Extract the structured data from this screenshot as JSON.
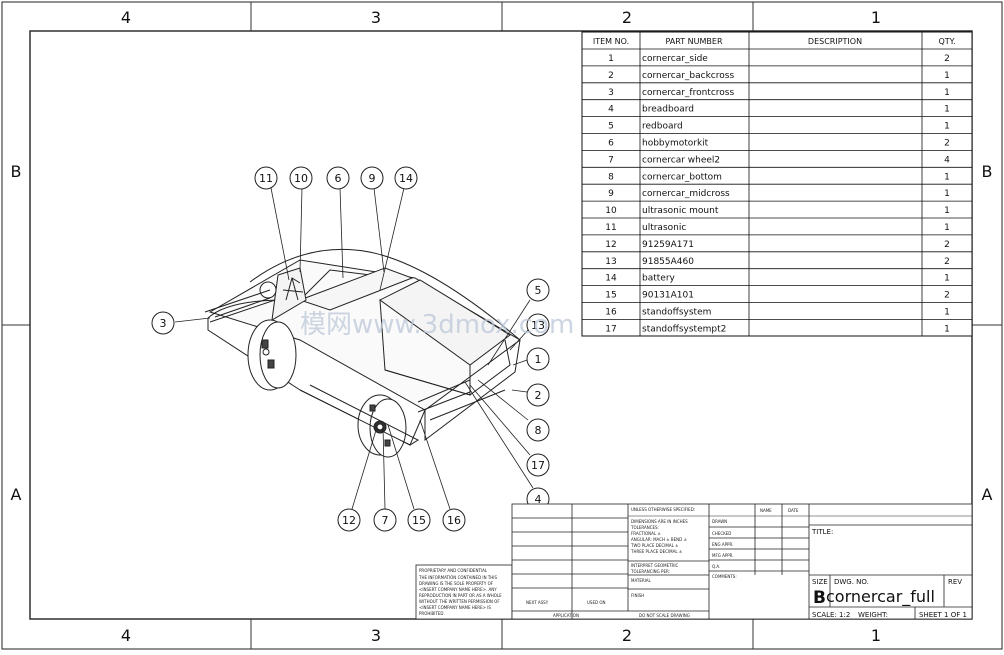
{
  "zones": {
    "columns": [
      "4",
      "3",
      "2",
      "1"
    ],
    "rows": [
      "B",
      "A"
    ]
  },
  "bom": {
    "headers": [
      "ITEM NO.",
      "PART NUMBER",
      "DESCRIPTION",
      "QTY."
    ],
    "rows": [
      {
        "item": "1",
        "part": "cornercar_side",
        "description": "",
        "qty": "2"
      },
      {
        "item": "2",
        "part": "cornercar_backcross",
        "description": "",
        "qty": "1"
      },
      {
        "item": "3",
        "part": "cornercar_frontcross",
        "description": "",
        "qty": "1"
      },
      {
        "item": "4",
        "part": "breadboard",
        "description": "",
        "qty": "1"
      },
      {
        "item": "5",
        "part": "redboard",
        "description": "",
        "qty": "1"
      },
      {
        "item": "6",
        "part": "hobbymotorkit",
        "description": "",
        "qty": "2"
      },
      {
        "item": "7",
        "part": "cornercar wheel2",
        "description": "",
        "qty": "4"
      },
      {
        "item": "8",
        "part": "cornercar_bottom",
        "description": "",
        "qty": "1"
      },
      {
        "item": "9",
        "part": "cornercar_midcross",
        "description": "",
        "qty": "1"
      },
      {
        "item": "10",
        "part": "ultrasonic mount",
        "description": "",
        "qty": "1"
      },
      {
        "item": "11",
        "part": "ultrasonic",
        "description": "",
        "qty": "1"
      },
      {
        "item": "12",
        "part": "91259A171",
        "description": "",
        "qty": "2"
      },
      {
        "item": "13",
        "part": "91855A460",
        "description": "",
        "qty": "2"
      },
      {
        "item": "14",
        "part": "battery",
        "description": "",
        "qty": "1"
      },
      {
        "item": "15",
        "part": "90131A101",
        "description": "",
        "qty": "2"
      },
      {
        "item": "16",
        "part": "standoffsystem",
        "description": "",
        "qty": "1"
      },
      {
        "item": "17",
        "part": "standoffsystempt2",
        "description": "",
        "qty": "1"
      }
    ]
  },
  "balloons": [
    "11",
    "10",
    "6",
    "9",
    "14",
    "3",
    "5",
    "13",
    "1",
    "2",
    "8",
    "17",
    "4",
    "12",
    "7",
    "15",
    "16"
  ],
  "watermark": "模网www.3dmox.com",
  "title_block": {
    "unless_note": "UNLESS OTHERWISE SPECIFIED:",
    "name_col": "NAME",
    "date_col": "DATE",
    "dimensions_note": "DIMENSIONS ARE IN INCHES",
    "tolerances": "TOLERANCES:",
    "fractional": "FRACTIONAL ±",
    "angular": "ANGULAR: MACH ±  BEND ±",
    "two_place": "TWO PLACE DECIMAL  ±",
    "three_place": "THREE PLACE DECIMAL ±",
    "interpret": "INTERPRET GEOMETRIC",
    "tolerancing": "TOLERANCING PER:",
    "material": "MATERIAL",
    "finish": "FINISH",
    "next_assy": "NEXT ASSY",
    "used_on": "USED ON",
    "application": "APPLICATION",
    "do_not_scale": "DO NOT SCALE DRAWING",
    "drawn": "DRAWN",
    "checked": "CHECKED",
    "eng_appr": "ENG APPR.",
    "mfg_appr": "MFG APPR.",
    "qa": "Q.A.",
    "comments": "COMMENTS:",
    "title_label": "TITLE:",
    "size_label": "SIZE",
    "dwg_no_label": "DWG.  NO.",
    "rev_label": "REV",
    "size_value": "B",
    "dwg_no_value": "cornercar_full",
    "scale": "SCALE: 1:2",
    "weight": "WEIGHT:",
    "sheet": "SHEET 1 OF 1",
    "proprietary_title": "PROPRIETARY AND CONFIDENTIAL",
    "proprietary_text": [
      "THE INFORMATION CONTAINED IN THIS",
      "DRAWING IS THE SOLE PROPERTY OF",
      "<INSERT COMPANY NAME HERE>. ANY",
      "REPRODUCTION IN PART OR AS A WHOLE",
      "WITHOUT THE WRITTEN PERMISSION OF",
      "<INSERT COMPANY NAME HERE> IS",
      "PROHIBITED."
    ]
  }
}
